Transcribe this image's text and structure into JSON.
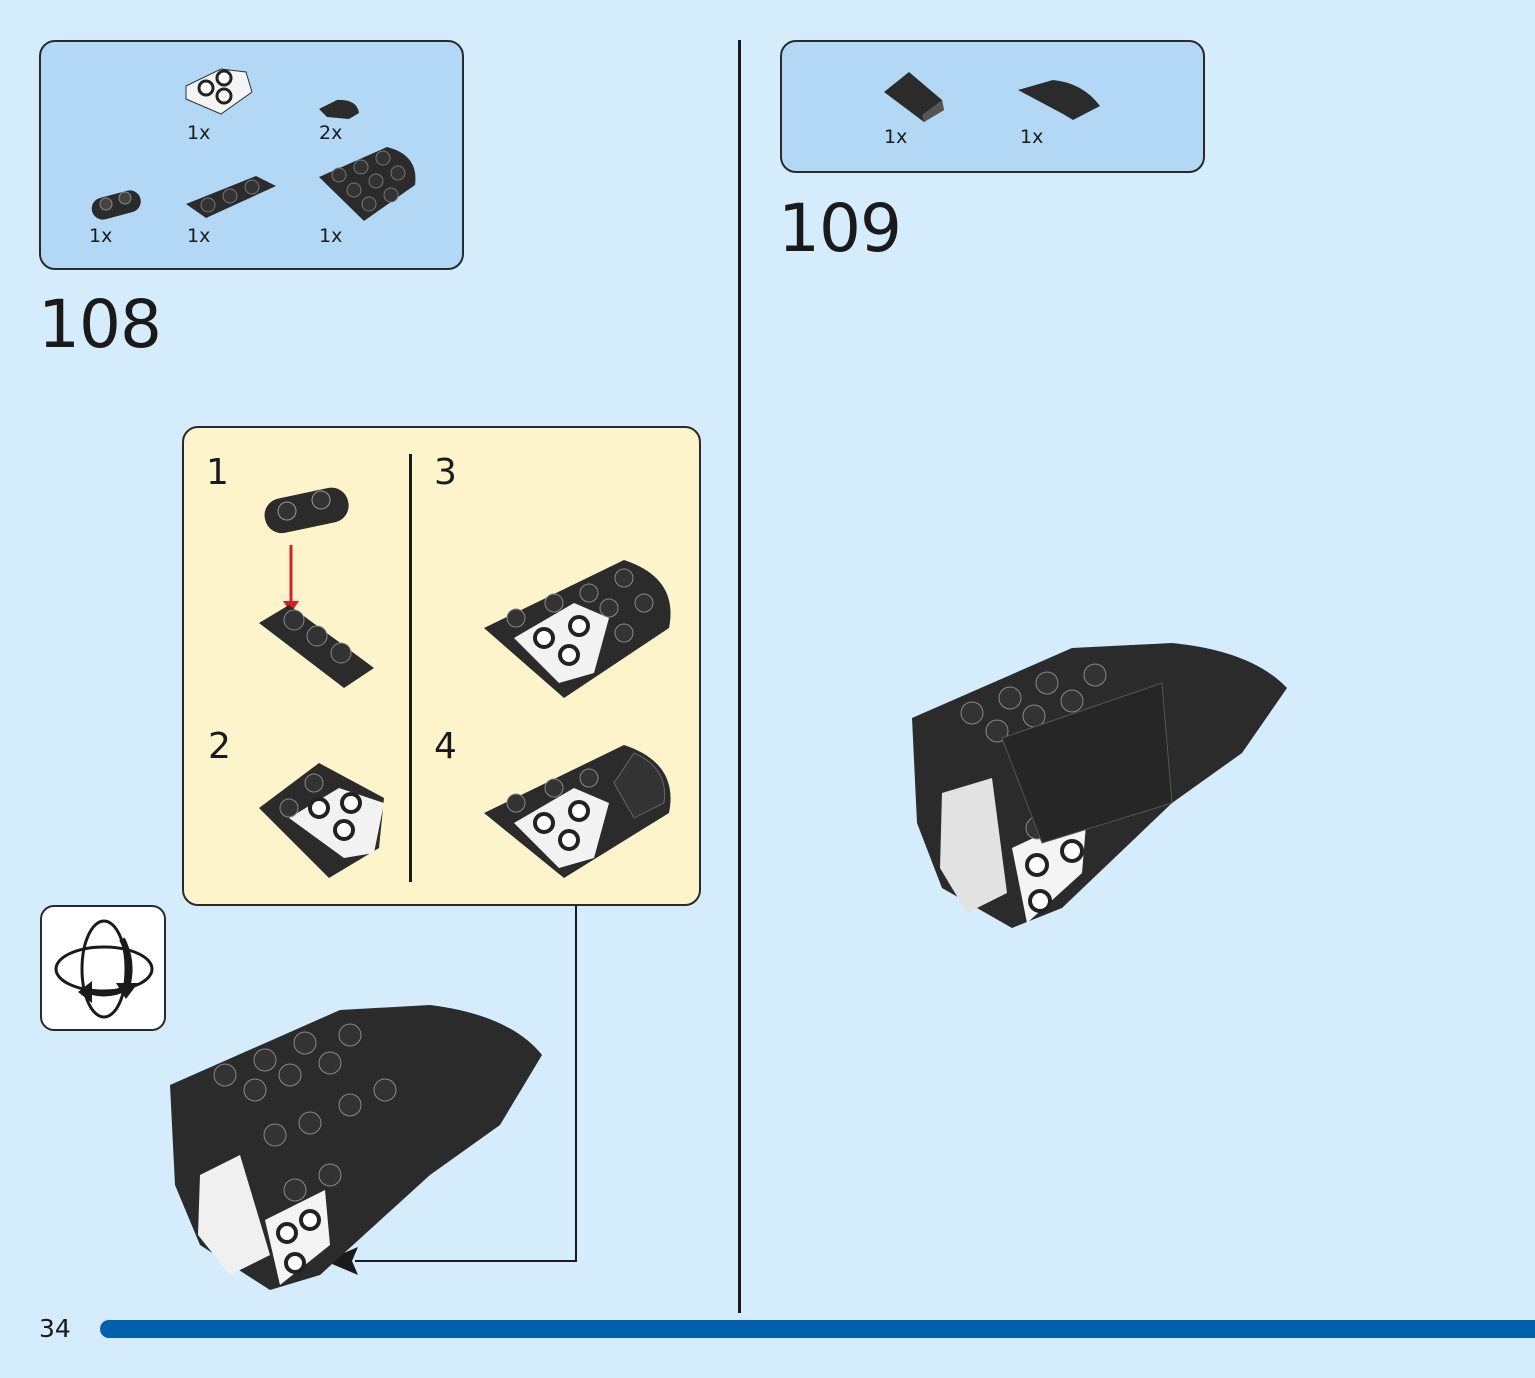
{
  "page_number": "34",
  "colors": {
    "background": "#d4ecfb",
    "parts_box": "#b3d8f5",
    "sub_box": "#fef4cc",
    "progress_bar": "#0060ae",
    "brick_black": "#2b2b2b",
    "arrow_red": "#d0202a"
  },
  "step_108": {
    "number": "108",
    "parts": [
      {
        "name": "white-wedge-plate",
        "qty": "1x"
      },
      {
        "name": "black-quarter-tile",
        "qty": "2x"
      },
      {
        "name": "black-1x2-rounded-plate",
        "qty": "1x"
      },
      {
        "name": "black-1x3-plate",
        "qty": "1x"
      },
      {
        "name": "black-3x3-round-corner-plate",
        "qty": "1x"
      }
    ],
    "substeps": [
      "1",
      "2",
      "3",
      "4"
    ]
  },
  "step_109": {
    "number": "109",
    "parts": [
      {
        "name": "black-slope",
        "qty": "1x"
      },
      {
        "name": "black-curved-slope",
        "qty": "1x"
      }
    ]
  },
  "icons": {
    "rotate": "rotate-model-icon"
  }
}
